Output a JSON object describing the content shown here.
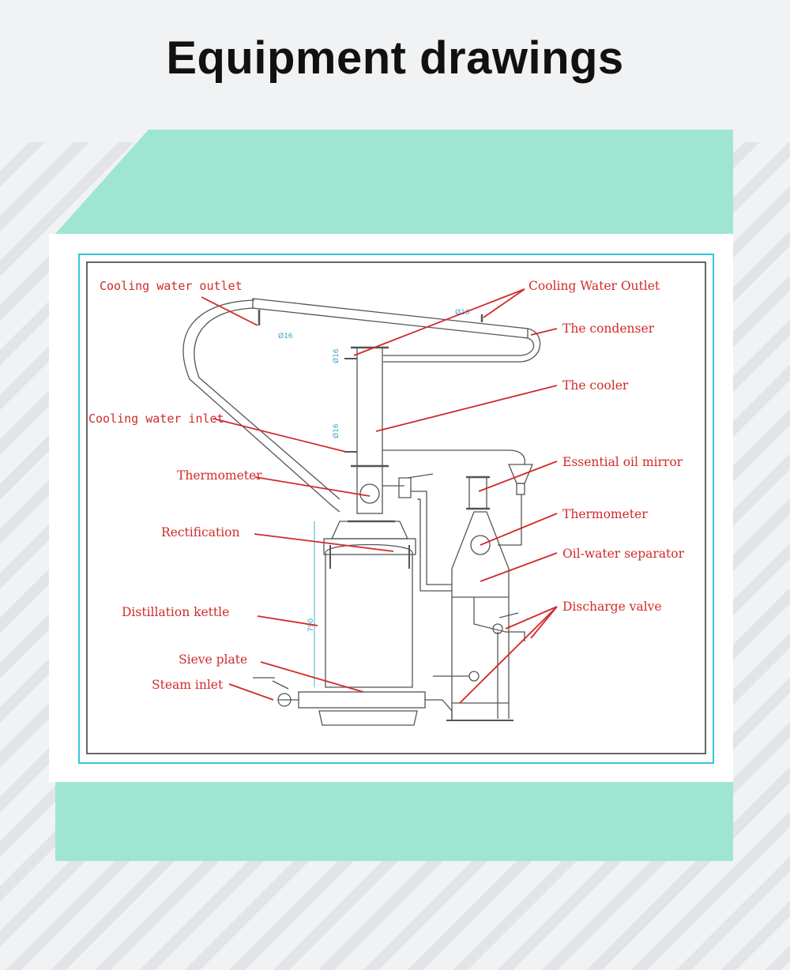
{
  "page": {
    "title": "Equipment drawings"
  },
  "labels": {
    "cooling_water_outlet_left": "Cooling water outlet",
    "cooling_water_outlet_right": "Cooling Water Outlet",
    "condenser": "The condenser",
    "cooler": "The cooler",
    "cooling_water_inlet": "Cooling water inlet",
    "essential_oil_mirror": "Essential oil mirror",
    "thermometer_left": "Thermometer",
    "thermometer_right": "Thermometer",
    "rectification": "Rectification",
    "oil_water_separator": "Oil-water separator",
    "distillation_kettle": "Distillation kettle",
    "discharge_valve": "Discharge valve",
    "sieve_plate": "Sieve plate",
    "steam_inlet": "Steam inlet"
  },
  "dimensions": {
    "d1": "Ø16",
    "d2": "Ø16",
    "d3": "Ø16",
    "d4": "Ø16",
    "height": "790"
  },
  "colors": {
    "teal": "#9fe6d2",
    "label_red": "#d22a2a",
    "frame_cyan": "#35c7d8",
    "pipe_line": "#555555"
  }
}
